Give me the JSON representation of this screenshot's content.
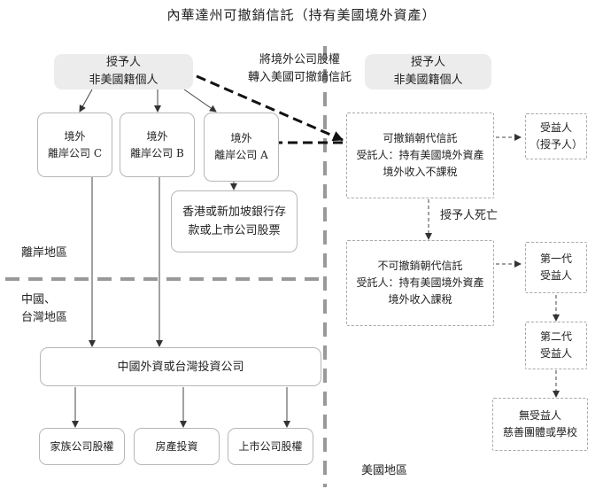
{
  "title": "內華達州可撤銷信託（持有美國境外資產）",
  "grantor_left": {
    "line1": "授予人",
    "line2": "非美國籍個人"
  },
  "grantor_right": {
    "line1": "授予人",
    "line2": "非美國籍個人"
  },
  "transfer_note": {
    "line1": "將境外公司股權",
    "line2": "轉入美國可撤銷信託"
  },
  "company_c": {
    "line1": "境外",
    "line2": "離岸公司 C"
  },
  "company_b": {
    "line1": "境外",
    "line2": "離岸公司 B"
  },
  "company_a": {
    "line1": "境外",
    "line2": "離岸公司 A"
  },
  "bank": {
    "line1": "香港或新加坡銀行存",
    "line2": "款或上市公司股票"
  },
  "region_offshore": "離岸地區",
  "region_china": {
    "line1": "中國、",
    "line2": "台灣地區"
  },
  "region_us": "美國地區",
  "investment_company": "中國外資或台灣投資公司",
  "family_stock": "家族公司股權",
  "real_estate": "房產投資",
  "listed_stock": "上市公司股權",
  "revocable_trust": {
    "line1": "可撤銷朝代信託",
    "line2": "受託人：持有美國境外資產",
    "line3": "境外收入不課稅"
  },
  "beneficiary_grantor": {
    "line1": "受益人",
    "line2": "（授予人）"
  },
  "death_label": "授予人死亡",
  "irrevocable_trust": {
    "line1": "不可撤銷朝代信託",
    "line2": "受託人：持有美國境外資產",
    "line3": "境外收入課稅"
  },
  "gen1": {
    "line1": "第一代",
    "line2": "受益人"
  },
  "gen2": {
    "line1": "第二代",
    "line2": "受益人"
  },
  "charity": {
    "line1": "無受益人",
    "line2": "慈善團體或學校"
  }
}
